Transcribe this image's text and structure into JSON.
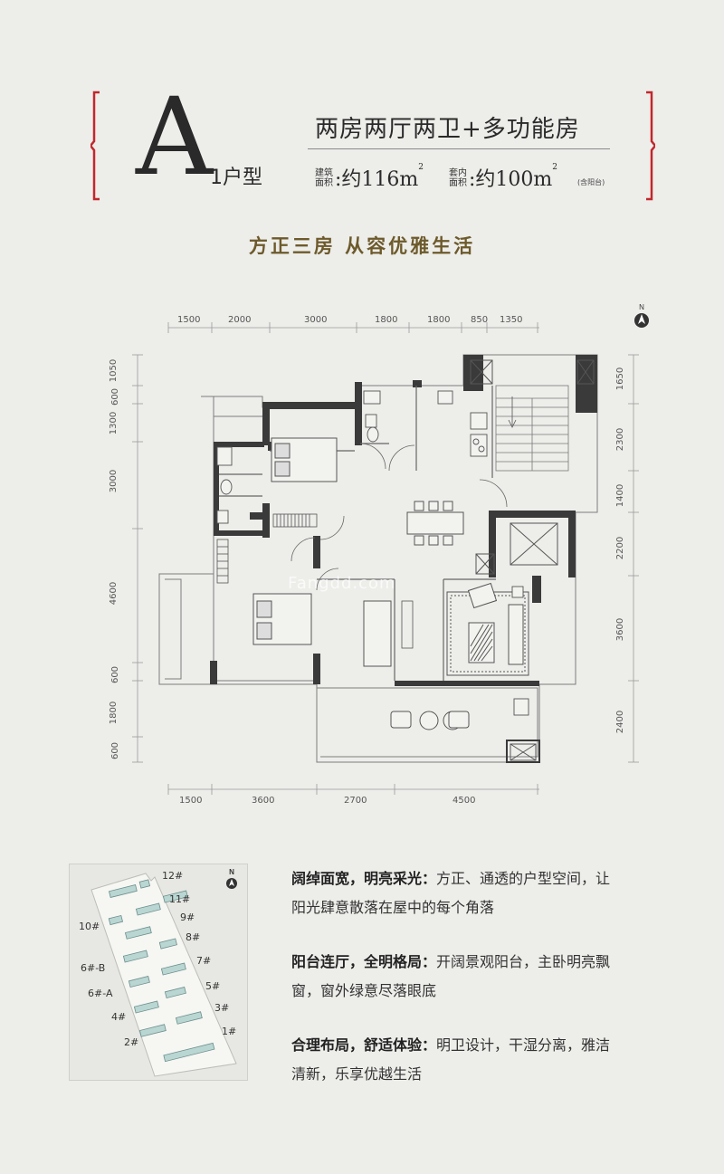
{
  "header": {
    "type_letter": "A",
    "type_suffix": "1户型",
    "layout_title": "两房两厅两卫+多功能房",
    "built_area": {
      "label_line1": "建筑",
      "label_line2": "面积",
      "value": ":约116m",
      "sup": "2"
    },
    "inner_area": {
      "label_line1": "套内",
      "label_line2": "面积",
      "value": ":约100m",
      "sup": "2"
    },
    "balcony_note": "(含阳台)",
    "accent_color": "#c0282d"
  },
  "slogan": "方正三房  从容优雅生活",
  "plan": {
    "north_label": "N",
    "watermark": "Fangdd.com",
    "top_dims": [
      "1500",
      "2000",
      "3000",
      "1800",
      "1800",
      "850",
      "1350"
    ],
    "bottom_dims": [
      "1500",
      "3600",
      "2700",
      "4500"
    ],
    "left_dims": [
      "1050",
      "600",
      "1300",
      "3000",
      "4600",
      "600",
      "1800",
      "600"
    ],
    "right_dims": [
      "1650",
      "2300",
      "1400",
      "2200",
      "3600",
      "2400"
    ]
  },
  "site_map": {
    "north_label": "N",
    "buildings": [
      "12#",
      "11#",
      "10#",
      "9#",
      "8#",
      "7#",
      "6#-B",
      "6#-A",
      "5#",
      "4#",
      "3#",
      "2#",
      "1#"
    ]
  },
  "features": [
    {
      "title": "阔绰面宽，明亮采光：",
      "text_line1": "方正、通透的户型空间，让",
      "text_line2": "阳光肆意散落在屋中的每个角落"
    },
    {
      "title": "阳台连厅，全明格局：",
      "text_line1": "开阔景观阳台，主卧明亮飘",
      "text_line2": "窗，窗外绿意尽落眼底"
    },
    {
      "title": "合理布局，舒适体验：",
      "text_line1": "明卫设计，干湿分离，雅洁",
      "text_line2": "清新，乐享优越生活"
    }
  ]
}
